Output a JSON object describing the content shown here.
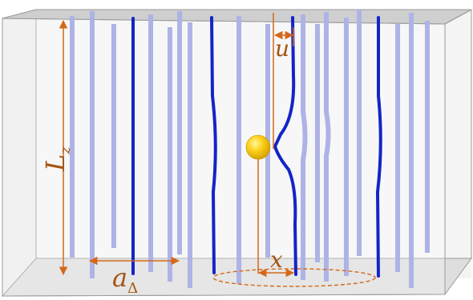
{
  "labels": {
    "height": {
      "main": "L",
      "sub": "z"
    },
    "spacing": {
      "main": "a",
      "sub": "Δ"
    },
    "displacement_top": "u",
    "displacement_bottom": "x"
  },
  "colors": {
    "box_edge": "#9a9a9a",
    "box_top": "#cfcfcf",
    "box_bottom": "#dedede",
    "box_side": "#ececec",
    "background_line": "#aeb3e6",
    "front_line": "#1424c8",
    "annotation": "#d4681a",
    "label": "#a45511",
    "sphere_light": "#fff7a0",
    "sphere_dark": "#d8a400"
  }
}
